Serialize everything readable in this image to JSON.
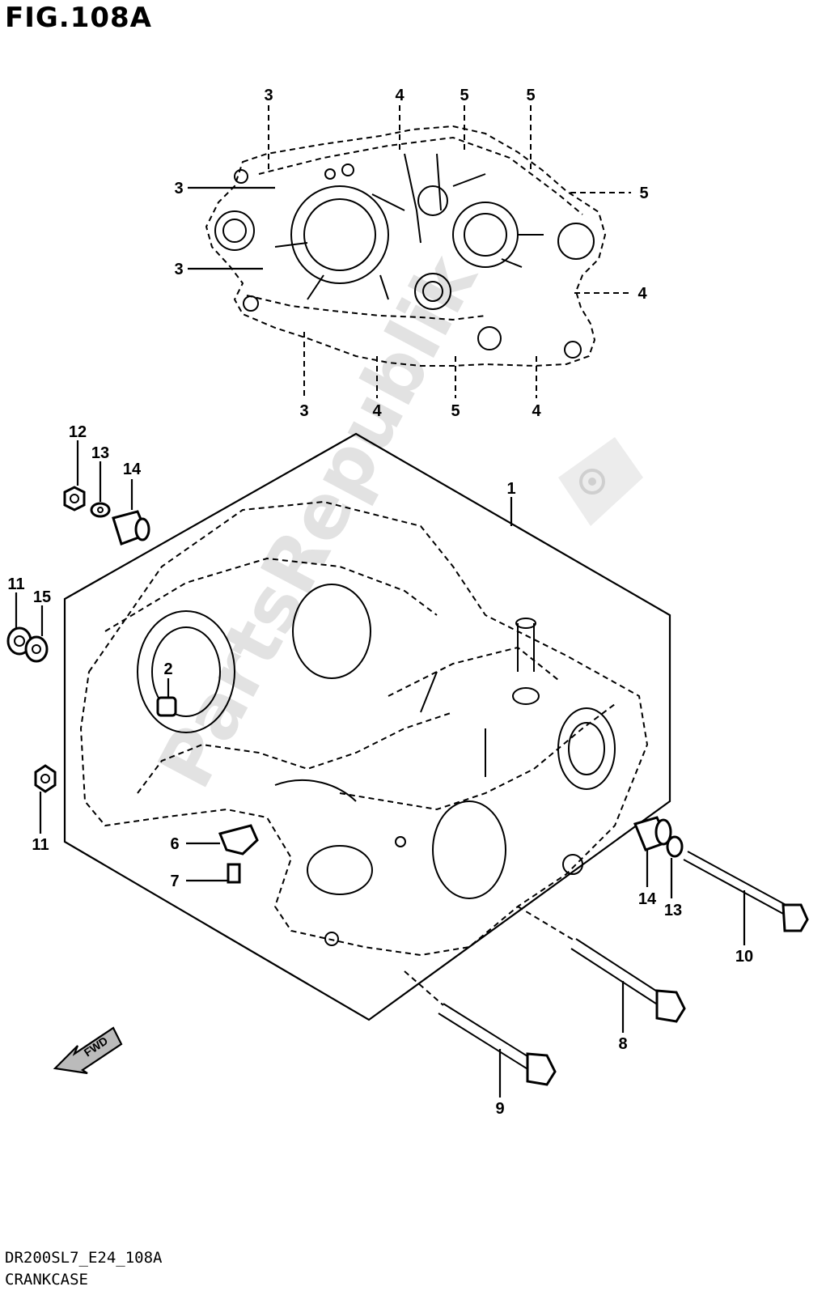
{
  "figure": {
    "title": "FIG.108A",
    "drawing_code": "DR200SL7_E24_108A",
    "caption": "CRANKCASE"
  },
  "watermark": {
    "text": "PartsRepublik"
  },
  "top_view_callouts": [
    {
      "id": "tv-3a",
      "label": "3"
    },
    {
      "id": "tv-4a",
      "label": "4"
    },
    {
      "id": "tv-5a",
      "label": "5"
    },
    {
      "id": "tv-5b",
      "label": "5"
    },
    {
      "id": "tv-3b",
      "label": "3"
    },
    {
      "id": "tv-5c",
      "label": "5"
    },
    {
      "id": "tv-3c",
      "label": "3"
    },
    {
      "id": "tv-4b",
      "label": "4"
    },
    {
      "id": "tv-3d",
      "label": "3"
    },
    {
      "id": "tv-4c",
      "label": "4"
    },
    {
      "id": "tv-5d",
      "label": "5"
    },
    {
      "id": "tv-4d",
      "label": "4"
    }
  ],
  "part_callouts": [
    {
      "id": "p-12",
      "label": "12"
    },
    {
      "id": "p-13a",
      "label": "13"
    },
    {
      "id": "p-14a",
      "label": "14"
    },
    {
      "id": "p-1",
      "label": "1"
    },
    {
      "id": "p-11a",
      "label": "11"
    },
    {
      "id": "p-15",
      "label": "15"
    },
    {
      "id": "p-2",
      "label": "2"
    },
    {
      "id": "p-11b",
      "label": "11"
    },
    {
      "id": "p-6",
      "label": "6"
    },
    {
      "id": "p-7",
      "label": "7"
    },
    {
      "id": "p-14b",
      "label": "14"
    },
    {
      "id": "p-13b",
      "label": "13"
    },
    {
      "id": "p-10",
      "label": "10"
    },
    {
      "id": "p-8",
      "label": "8"
    },
    {
      "id": "p-9",
      "label": "9"
    }
  ],
  "direction_arrow": {
    "label": "FWD"
  }
}
